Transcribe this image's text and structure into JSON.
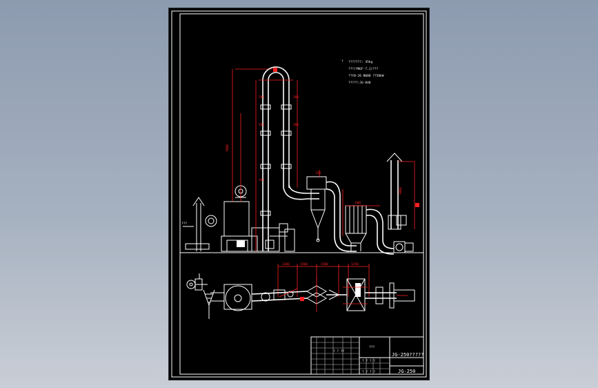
{
  "specs": {
    "marker": "?",
    "line1": "???????: 45kg",
    "line2": "???(YNGF-7,1)???",
    "line3": "??Y0-26 N080 ??50kW",
    "line4": "?????:JG-840"
  },
  "title_block": {
    "name_field": "???",
    "drawing_title": "JG-250?????",
    "drawing_number": "JG-250",
    "sheet_row": "? ? ? ?",
    "count_row": "? ?  ?   ?",
    "rev_row": "? ?  ??"
  },
  "colors": {
    "background": "#000000",
    "line": "#ffffff",
    "dimension": "#ff2020",
    "frame": "#ffffff"
  }
}
